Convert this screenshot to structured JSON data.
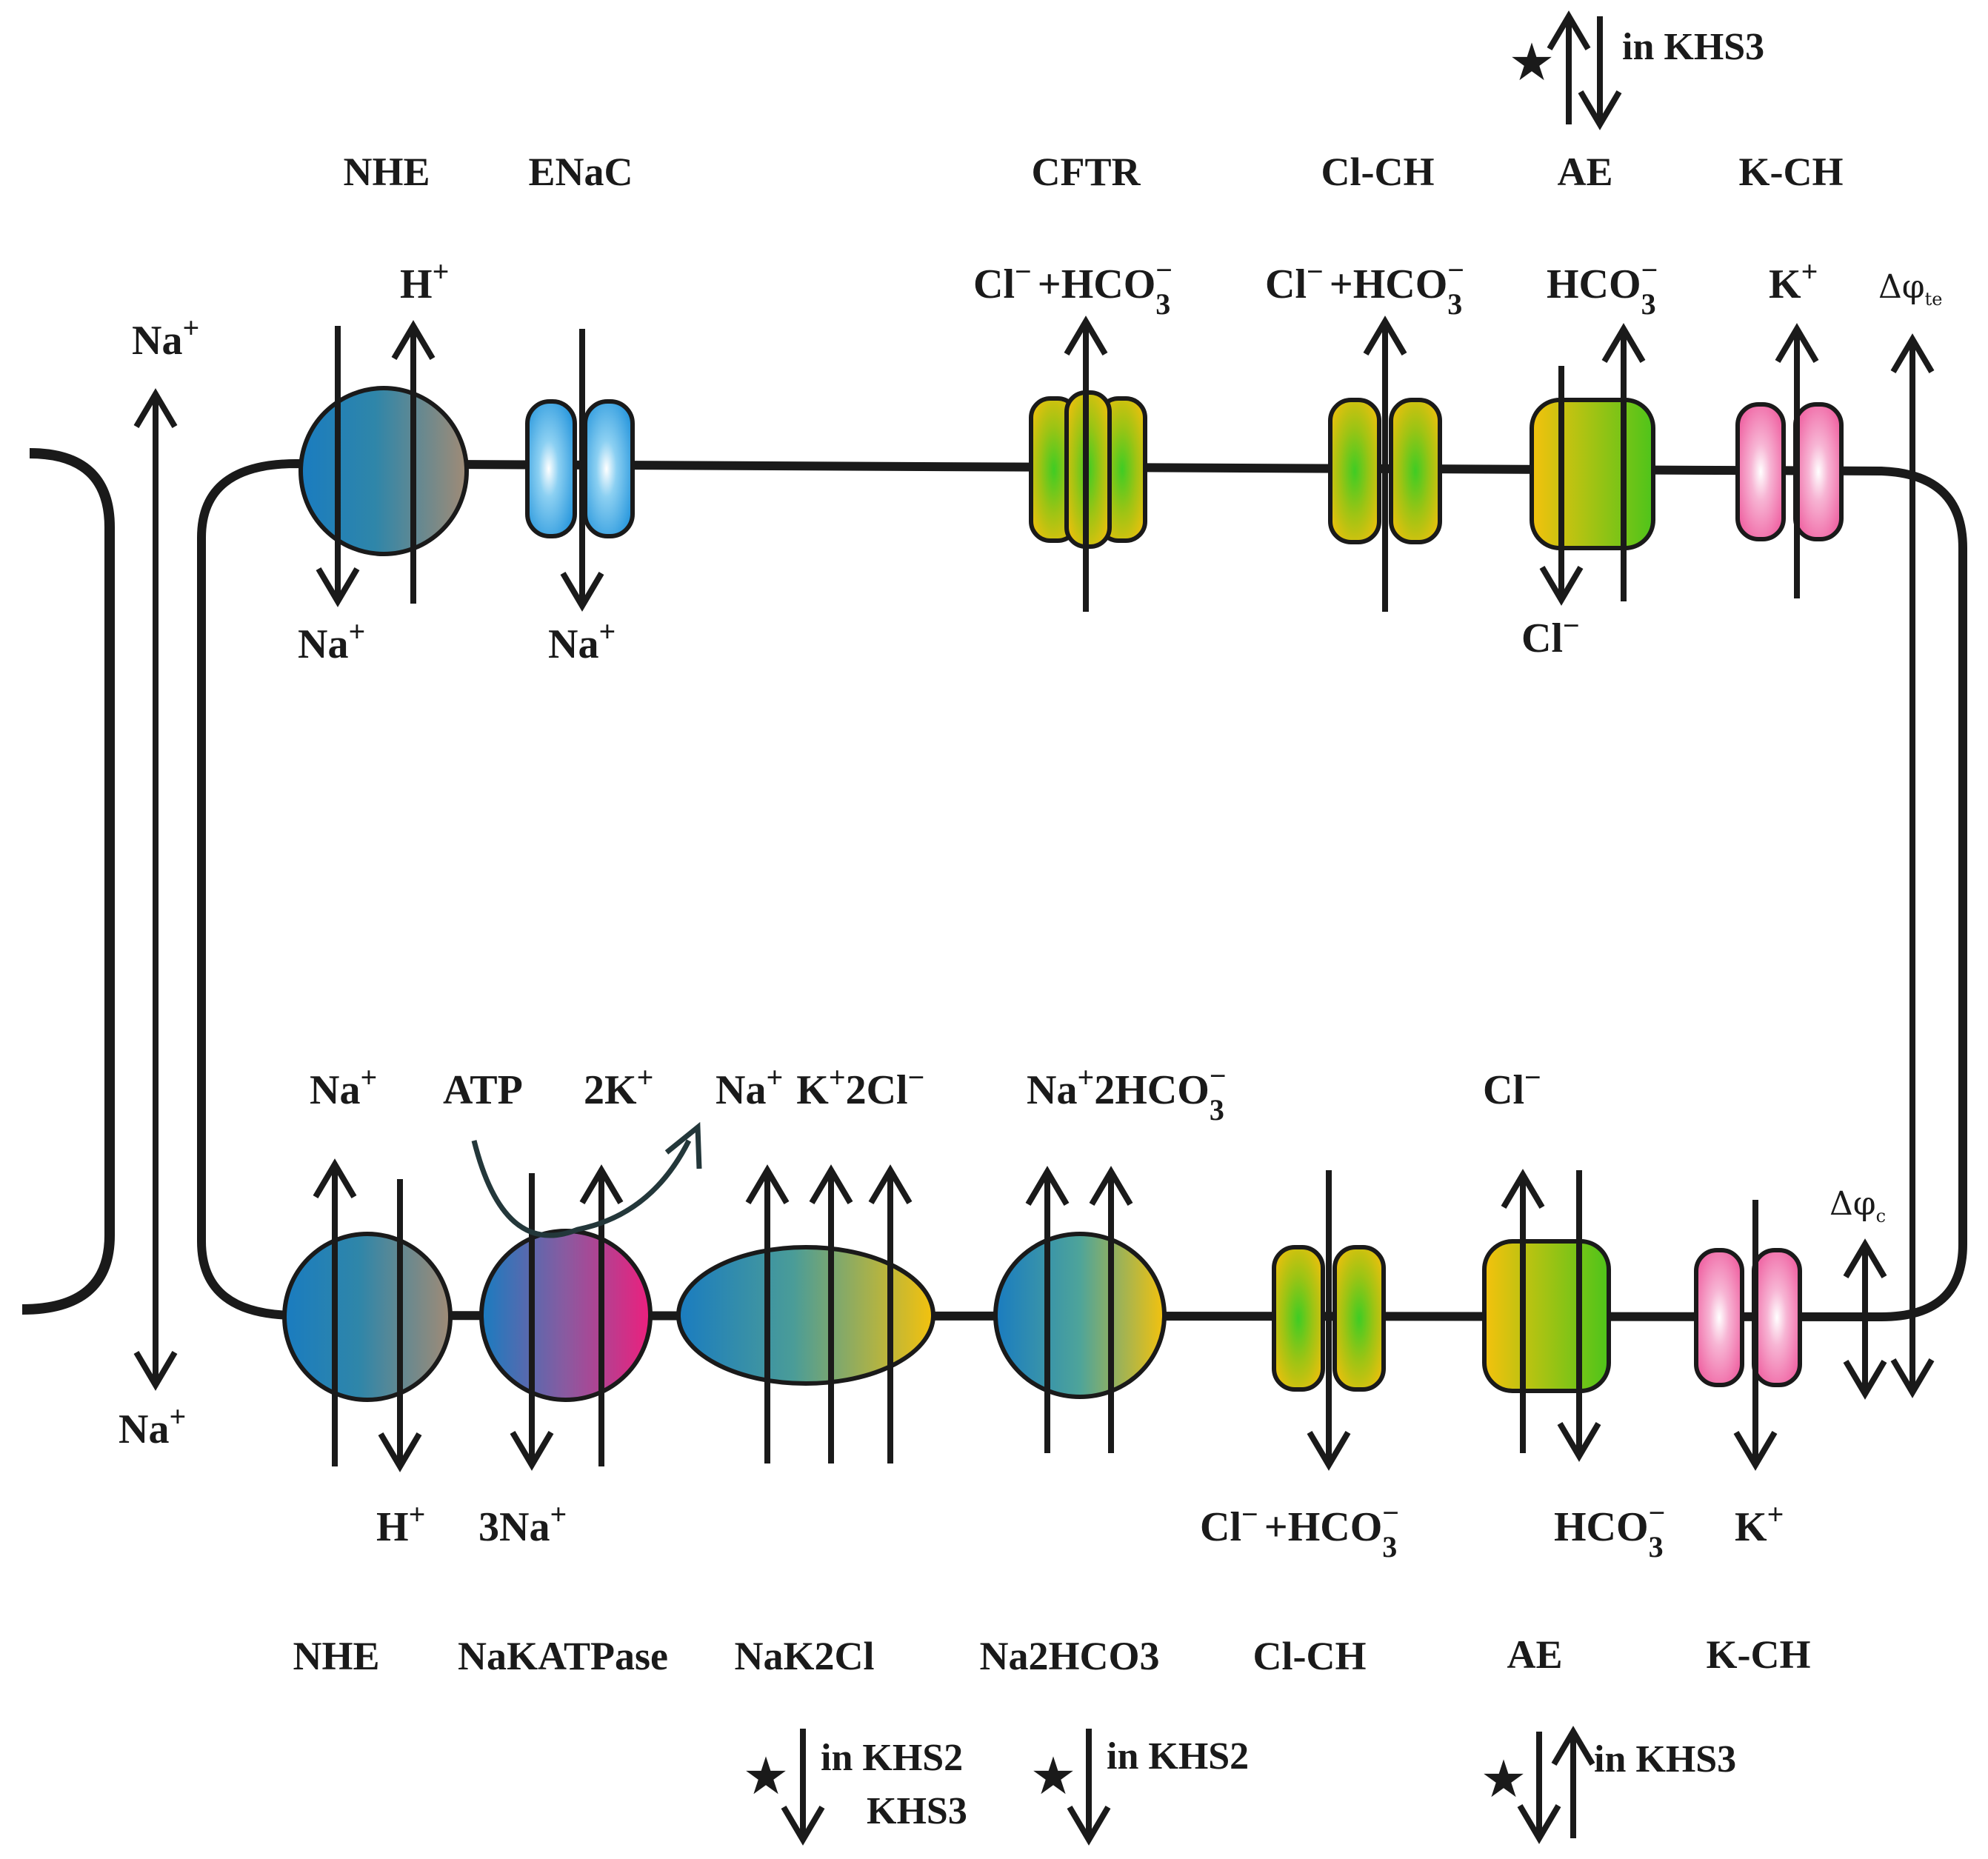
{
  "colors": {
    "membrane": "#1a1a1a",
    "blue": "#1a7cc0",
    "grey_brown": "#9b8a78",
    "magenta": "#e8237e",
    "yellow": "#f4c20d",
    "green": "#4ec41a",
    "pink": "#f06aa8",
    "light_blue": "#2e9fe0",
    "arrow_curve": "#23373a"
  },
  "apical": {
    "transporters": [
      {
        "name": "NHE"
      },
      {
        "name": "ENaC"
      },
      {
        "name": "CFTR"
      },
      {
        "name": "Cl-CH"
      },
      {
        "name": "AE"
      },
      {
        "name": "K-CH"
      }
    ],
    "ions": {
      "nhe_out": {
        "main": "H",
        "sup": "+"
      },
      "nhe_in": {
        "main": "Na",
        "sup": "+"
      },
      "enac_in": {
        "main": "Na",
        "sup": "+"
      },
      "cftr_out": {
        "a": "Cl",
        "a_sup": "−",
        "plus": "+",
        "b": "HCO",
        "b_sub": "3",
        "b_sup": "−"
      },
      "clch_out": {
        "a": "Cl",
        "a_sup": "−",
        "plus": "+",
        "b": "HCO",
        "b_sub": "3",
        "b_sup": "−"
      },
      "ae_out": {
        "main": "HCO",
        "sub": "3",
        "sup": "−"
      },
      "ae_in": {
        "main": "Cl",
        "sup": "−"
      },
      "kch_out": {
        "main": "K",
        "sup": "+"
      }
    },
    "potential": {
      "symbol": "Δφ",
      "sub": "te"
    },
    "regulation": {
      "star": "★",
      "text": "in KHS3"
    }
  },
  "paracellular": {
    "top": {
      "main": "Na",
      "sup": "+"
    },
    "bottom": {
      "main": "Na",
      "sup": "+"
    }
  },
  "basolateral": {
    "transporters": [
      {
        "name": "NHE"
      },
      {
        "name": "NaKATPase"
      },
      {
        "name": "NaK2Cl"
      },
      {
        "name": "Na2HCO3"
      },
      {
        "name": "Cl-CH"
      },
      {
        "name": "AE"
      },
      {
        "name": "K-CH"
      }
    ],
    "ions": {
      "nhe_in": {
        "main": "Na",
        "sup": "+"
      },
      "nhe_out": {
        "main": "H",
        "sup": "+"
      },
      "atp": "ATP",
      "pump_in": {
        "main": "2K",
        "sup": "+"
      },
      "pump_out": {
        "main": "3Na",
        "sup": "+"
      },
      "nak2cl": {
        "a": "Na",
        "a_sup": "+",
        "b": "K",
        "b_sup": "+",
        "c": "2Cl",
        "c_sup": "−"
      },
      "na2hco3": {
        "a": "Na",
        "a_sup": "+",
        "b": "2HCO",
        "b_sub": "3",
        "b_sup": "−"
      },
      "clch_out": {
        "a": "Cl",
        "a_sup": "−",
        "plus": "+",
        "b": "HCO",
        "b_sub": "3",
        "b_sup": "−"
      },
      "ae_in": {
        "main": "Cl",
        "sup": "−"
      },
      "ae_out": {
        "main": "HCO",
        "sub": "3",
        "sup": "−"
      },
      "kch_out": {
        "main": "K",
        "sup": "+"
      }
    },
    "potential": {
      "symbol": "Δφ",
      "sub": "c"
    },
    "regulation": [
      {
        "star": "★",
        "line1": "in KHS2",
        "line2": "KHS3"
      },
      {
        "star": "★",
        "line1": "in KHS2"
      },
      {
        "star": "★",
        "line1": "in KHS3"
      }
    ]
  }
}
